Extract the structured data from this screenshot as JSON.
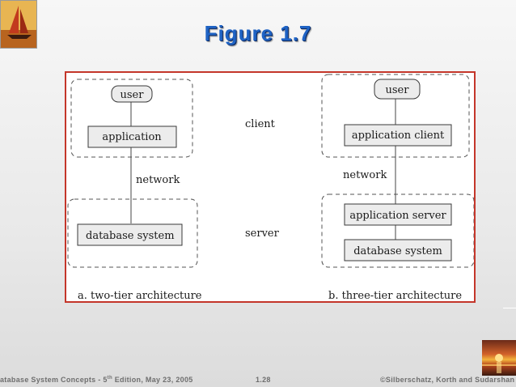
{
  "slide": {
    "title": "Figure 1.7"
  },
  "diagram": {
    "left": {
      "user": "user",
      "application": "application",
      "network": "network",
      "database": "database system",
      "caption": "a.  two-tier architecture"
    },
    "middle": {
      "client": "client",
      "server": "server"
    },
    "right": {
      "user": "user",
      "app_client": "application client",
      "network": "network",
      "app_server": "application server",
      "database": "database system",
      "caption": "b.  three-tier architecture"
    }
  },
  "footer": {
    "left": "atabase System Concepts - 5",
    "left_sup": "th",
    "left_tail": " Edition, May 23,  2005",
    "page": "1.28",
    "right": "©Silberschatz, Korth and Sudarshan"
  },
  "colors": {
    "title": "#1f63c4",
    "frame_border": "#c4362a"
  },
  "icons": {
    "top_left": "sailboat-logo-icon",
    "bottom_right": "sunset-logo-icon"
  }
}
